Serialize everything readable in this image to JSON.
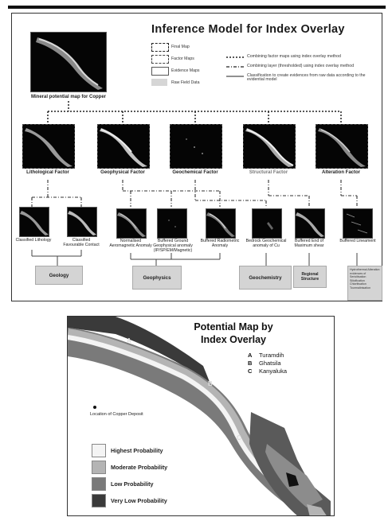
{
  "diagram": {
    "title": "Inference Model for Index Overlay",
    "legend": [
      {
        "style": "dashed",
        "label": "Final Map"
      },
      {
        "style": "dashdot",
        "label": "Factor Maps"
      },
      {
        "style": "solid",
        "label": "Evidence Maps"
      },
      {
        "style": "grey",
        "label": "Raw Field Data"
      }
    ],
    "line_legend": [
      "Combining factor maps using index overlay method",
      "Combining layer (thresholded) using index overlay method",
      "Classification to create evidences from raw data according to the evidential model"
    ],
    "final_map_label": "Mineral potential map for Copper",
    "factors": [
      "Lithological Factor",
      "Geophysical Factor",
      "Geochemical Factor",
      "Structural Factor",
      "Alteration Factor"
    ],
    "evidences": [
      "Classified Lithology",
      "Classified Favourable Contact",
      "Normalised Aeromagnetic Anomaly",
      "Buffered Ground Geophysical anomaly (IP/SP/EM/Magnetic)",
      "Buffered Radiometric Anomaly",
      "Bedrock Geochemical anomaly of Cu",
      "Buffered End of Maximum shear",
      "Buffered Lineament"
    ],
    "raw_data": [
      "Geology",
      "Geophysics",
      "Geochemistry",
      "Regional Structure"
    ],
    "raw_data_note": "Hydrothermal Alteration evidences of Sericitisation Silicification Chloritisation Tourmalinisation"
  },
  "potential_map": {
    "title_line1": "Potential Map by",
    "title_line2": "Index Overlay",
    "deposits": [
      {
        "letter": "A",
        "name": "Turamdih"
      },
      {
        "letter": "B",
        "name": "Ghatsila"
      },
      {
        "letter": "C",
        "name": "Kanyaluka"
      }
    ],
    "point_letters": [
      "A",
      "B",
      "C"
    ],
    "location_label": "Location of Copper Deposit",
    "legend": [
      {
        "label": "Highest Probability",
        "color": "#f4f4f4"
      },
      {
        "label": "Moderate Probability",
        "color": "#b4b4b4"
      },
      {
        "label": "Low Probability",
        "color": "#7a7a7a"
      },
      {
        "label": "Very Low Probability",
        "color": "#3a3a3a"
      }
    ]
  }
}
